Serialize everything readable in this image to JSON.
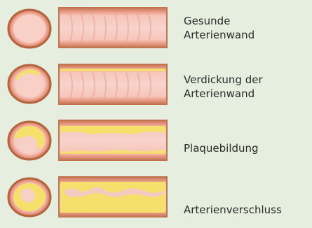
{
  "stages": [
    {
      "name": "healthy",
      "label": "Gesunde\nArterienwand"
    },
    {
      "name": "thickening",
      "label": "Verdickung der\nArterienwand"
    },
    {
      "name": "plaque",
      "label": "Plaquebildung"
    },
    {
      "name": "occlusion",
      "label": "Arterienverschluss"
    }
  ],
  "colors": {
    "background": "#e6efdf",
    "outer_wall": "#c98260",
    "inner_wall": "#f3b8ae",
    "lumen": "#f7cbc2",
    "plaque": "#f4e06b",
    "text": "#2a2a2a"
  }
}
